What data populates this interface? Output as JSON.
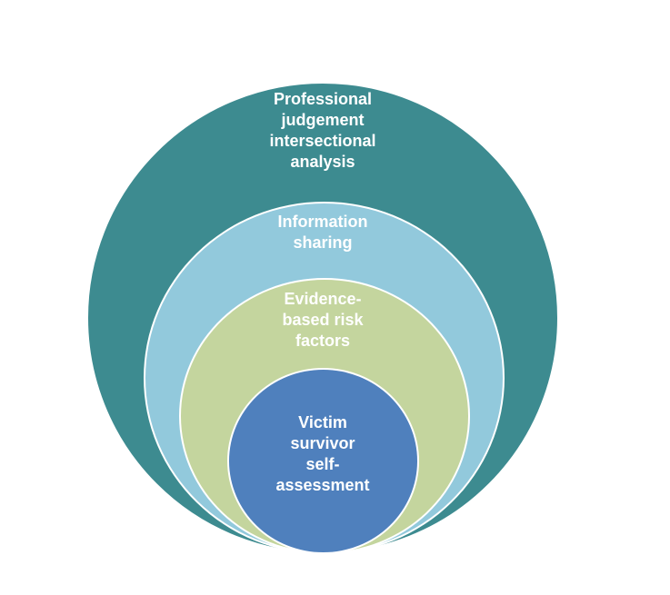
{
  "diagram": {
    "layers": [
      {
        "color": "#3d8b90",
        "lines": [
          "Professional",
          "judgement",
          "intersectional",
          "analysis"
        ]
      },
      {
        "color": "#92c9dc",
        "lines": [
          "Information",
          "sharing"
        ]
      },
      {
        "color": "#c4d59e",
        "lines": [
          "Evidence-",
          "based risk",
          "factors"
        ]
      },
      {
        "color": "#4f80bd",
        "lines": [
          "Victim",
          "survivor",
          "self-",
          "assessment"
        ]
      }
    ]
  }
}
